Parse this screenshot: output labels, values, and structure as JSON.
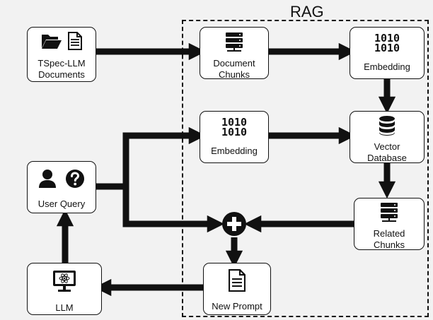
{
  "title": "RAG",
  "nodes": {
    "tspec_docs": {
      "line1": "TSpec-LLM",
      "line2": "Documents",
      "icons": [
        "folder-open-icon",
        "document-icon"
      ]
    },
    "document_chunks": {
      "line1": "Document",
      "line2": "Chunks",
      "icon": "server-icon"
    },
    "embedding_top": {
      "label": "Embedding",
      "icon": "binary-icon",
      "bits": [
        "1010",
        "1010"
      ]
    },
    "embedding_mid": {
      "label": "Embedding",
      "icon": "binary-icon",
      "bits": [
        "1010",
        "1010"
      ]
    },
    "vector_db": {
      "line1": "Vector",
      "line2": "Database",
      "icon": "database-icon"
    },
    "user_query": {
      "label": "User Query",
      "icons": [
        "user-icon",
        "question-icon"
      ]
    },
    "related_chunks": {
      "line1": "Related",
      "line2": "Chunks",
      "icon": "server-icon"
    },
    "new_prompt": {
      "label": "New Prompt",
      "icon": "document-icon"
    },
    "llm": {
      "label": "LLM",
      "icon": "monitor-atom-icon"
    }
  },
  "combine": {
    "icon": "plus-circle-icon"
  },
  "colors": {
    "line": "#111111",
    "box": "#ffffff",
    "background": "#f2f2f2"
  }
}
